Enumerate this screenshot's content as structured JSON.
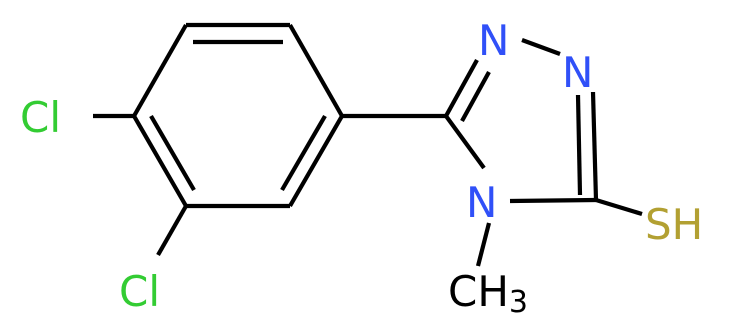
{
  "molecule": {
    "atoms": {
      "cl_top": {
        "symbol": "Cl",
        "color": "#33cc33"
      },
      "cl_bottom": {
        "symbol": "Cl",
        "color": "#33cc33"
      },
      "n1": {
        "symbol": "N",
        "color": "#3050f8"
      },
      "n2": {
        "symbol": "N",
        "color": "#3050f8"
      },
      "n4": {
        "symbol": "N",
        "color": "#3050f8"
      },
      "sh": {
        "symbol": "SH",
        "color": "#b2a032"
      },
      "methyl": {
        "symbol": "CH",
        "subscript": "3",
        "color": "#000000"
      }
    },
    "bond_color": "#000000",
    "background": "#ffffff"
  }
}
